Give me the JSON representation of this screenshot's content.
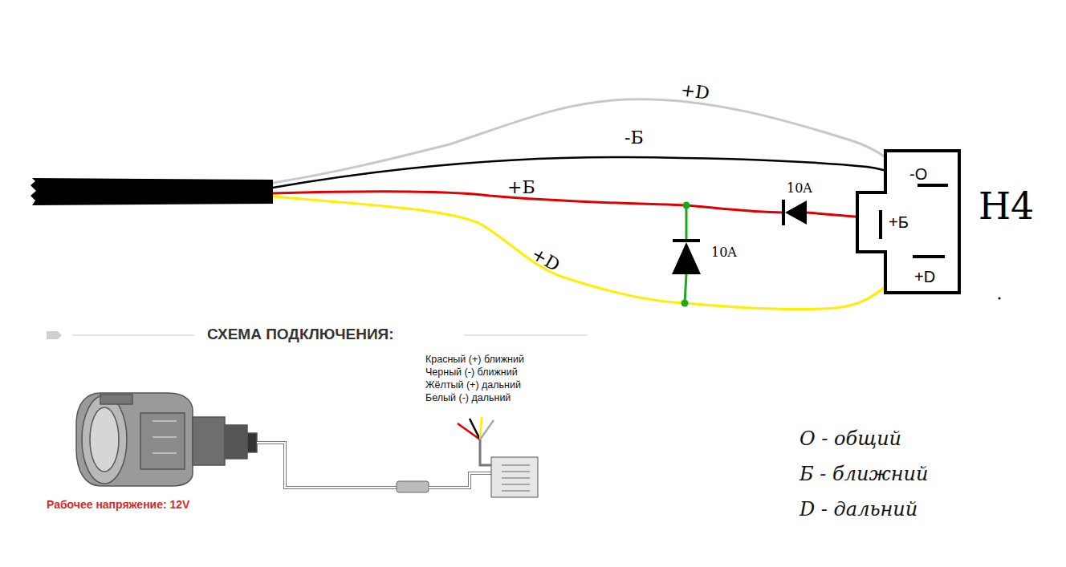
{
  "diagram": {
    "title": "СХЕМА ПОДКЛЮЧЕНИЯ:",
    "nodes": [
      {
        "text": [
          "-О",
          "+Б",
          "+D",
          "H4"
        ]
      }
    ],
    "labels": [
      "+D",
      "-Б",
      "+Б",
      "10A",
      "10A",
      "+D",
      "Красный (+) ближний",
      "Черный (-) ближний",
      "Жёлтый (+) дальний",
      "Белый (-) дальний",
      "Рабочее напряжение: 12V",
      "О - общий",
      "Б - ближний",
      "D - дальний"
    ]
  }
}
